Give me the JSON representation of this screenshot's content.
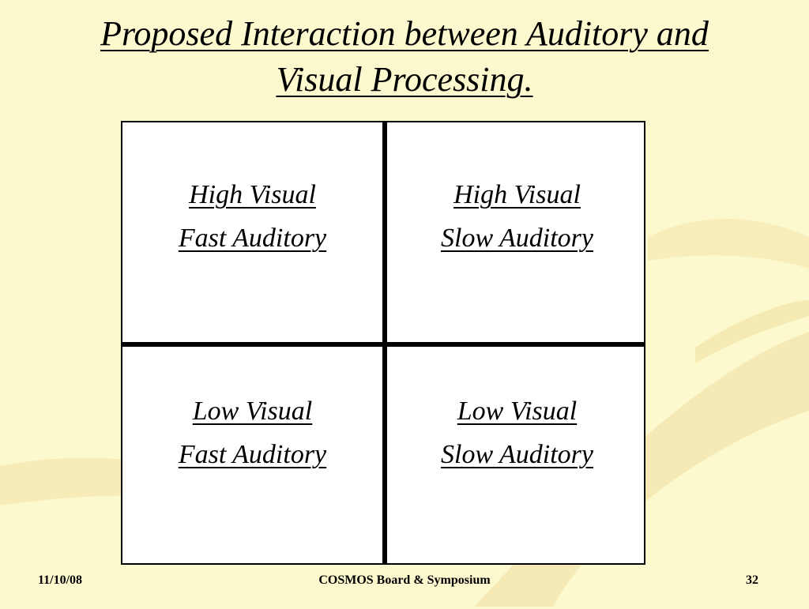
{
  "slide": {
    "title_line1": "Proposed Interaction between Auditory and",
    "title_line2": "Visual Processing.",
    "background_color": "#fdf9cf",
    "swoosh_color": "#f3e6ae"
  },
  "quadrants": {
    "top_left": {
      "line1": "High Visual",
      "line2": "Fast Auditory"
    },
    "top_right": {
      "line1": "High Visual",
      "line2": "Slow Auditory"
    },
    "bottom_left": {
      "line1": "Low Visual",
      "line2": "Fast Auditory"
    },
    "bottom_right": {
      "line1": "Low Visual",
      "line2": "Slow Auditory"
    }
  },
  "footer": {
    "date": "11/10/08",
    "center_text": "COSMOS Board & Symposium",
    "page_number": "32"
  }
}
